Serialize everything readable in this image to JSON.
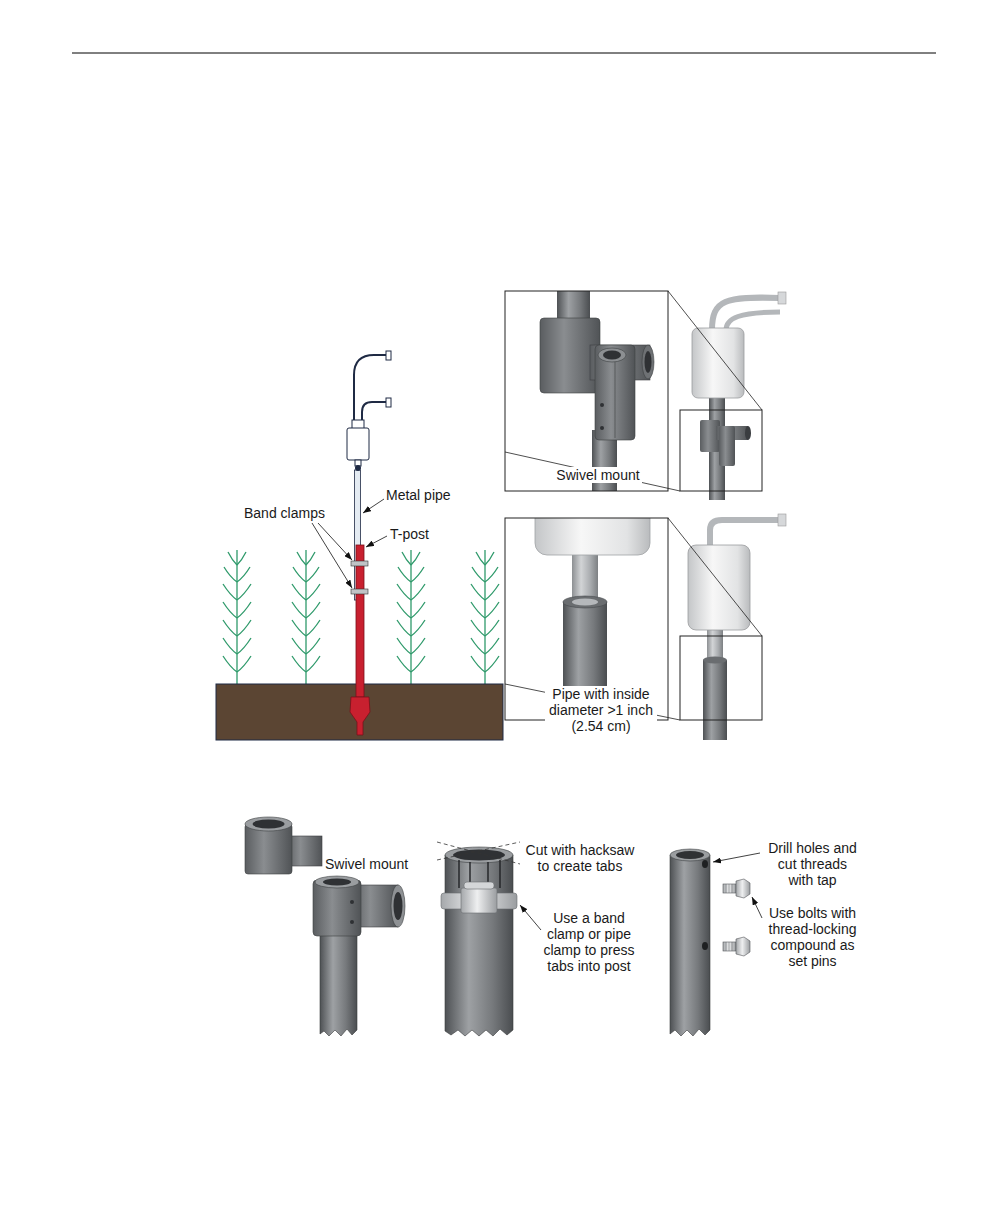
{
  "diagram": {
    "labels": [
      "Band clamps",
      "Metal pipe",
      "T-post",
      "Swivel mount",
      "Pipe with inside diameter >1 inch (2.54 cm)",
      "Swivel mount",
      "Cut with hacksaw to create tabs",
      "Use a band clamp or pipe clamp to press tabs into post",
      "Drill holes and cut threads with tap",
      "Use bolts with thread-locking compound as set pins"
    ]
  }
}
